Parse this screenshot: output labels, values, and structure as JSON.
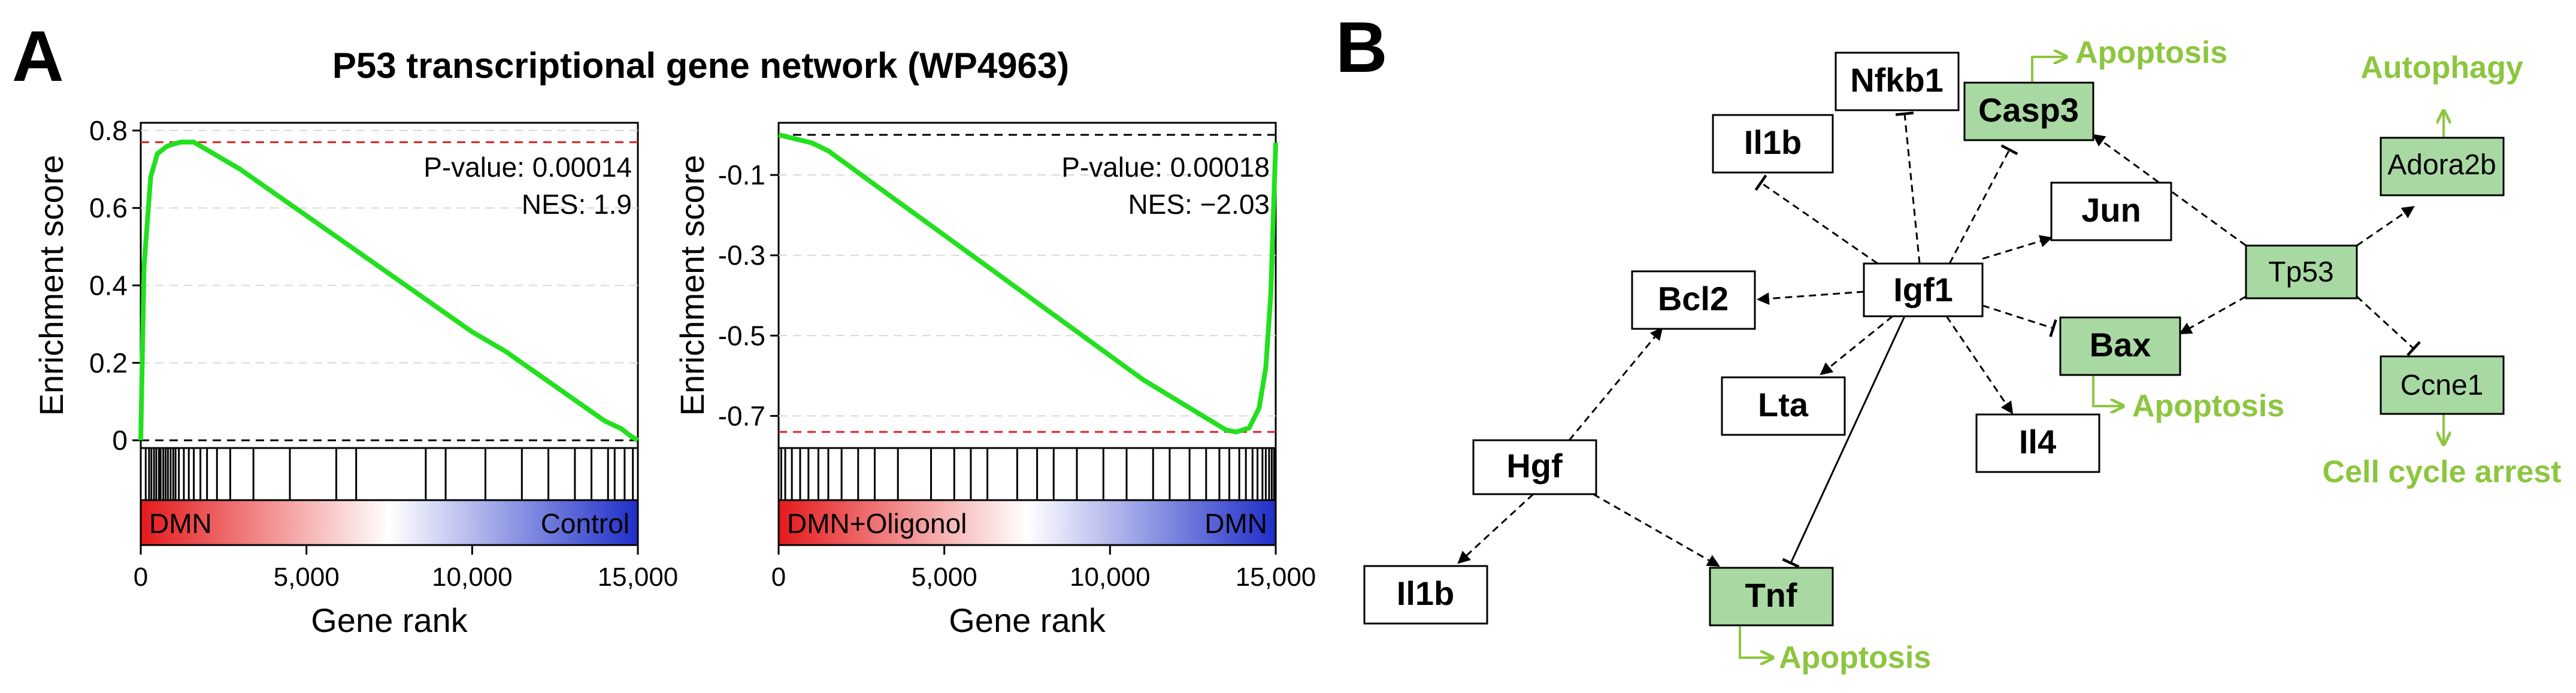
{
  "panels": {
    "a_label": "A",
    "b_label": "B",
    "gsea_title": "P53 transcriptional gene network (WP4963)"
  },
  "colors": {
    "curve": "#22e01e",
    "node_green": "#a9d9a3",
    "outcome": "#8cc63f",
    "threshold": "#e0201e",
    "bar_red": "#e41a1c",
    "bar_blue": "#1f2fc8"
  },
  "chart_data": [
    {
      "type": "line",
      "title": "",
      "xlabel": "Gene rank",
      "ylabel": "Enrichment score",
      "xlim": [
        0,
        15000
      ],
      "ylim": [
        -0.02,
        0.82
      ],
      "x_ticks": [
        "0",
        "5,000",
        "10,000",
        "15,000"
      ],
      "x_tick_values": [
        0,
        5000,
        10000,
        15000
      ],
      "y_ticks": [
        "0",
        "0.2",
        "0.4",
        "0.6",
        "0.8"
      ],
      "y_tick_values": [
        0,
        0.2,
        0.4,
        0.6,
        0.8
      ],
      "annotations": [
        "P-value: 0.00014",
        "NES: 1.9"
      ],
      "peak": 0.77,
      "grid": true,
      "series": [
        {
          "x": [
            0,
            100,
            300,
            500,
            800,
            1200,
            1600,
            2000,
            3000,
            4000,
            5000,
            6000,
            7000,
            8000,
            9000,
            10000,
            11000,
            12000,
            13000,
            14000,
            14500,
            14800,
            15000
          ],
          "y": [
            0,
            0.45,
            0.68,
            0.74,
            0.76,
            0.77,
            0.77,
            0.75,
            0.7,
            0.64,
            0.58,
            0.52,
            0.46,
            0.4,
            0.34,
            0.28,
            0.23,
            0.17,
            0.11,
            0.05,
            0.03,
            0.01,
            0.0
          ]
        }
      ],
      "hit_ranks": [
        150,
        250,
        320,
        400,
        470,
        550,
        600,
        680,
        750,
        820,
        900,
        980,
        1050,
        1150,
        1300,
        1450,
        1600,
        1800,
        2000,
        2300,
        2700,
        3400,
        4500,
        5900,
        6500,
        8600,
        9200,
        10400,
        11500,
        12300,
        13100,
        13600,
        14100,
        14300,
        14600,
        14850
      ],
      "phenotypes": [
        "DMN",
        "Control"
      ]
    },
    {
      "type": "line",
      "title": "",
      "xlabel": "Gene rank",
      "ylabel": "Enrichment score",
      "xlim": [
        0,
        15000
      ],
      "ylim": [
        -0.78,
        0.03
      ],
      "x_ticks": [
        "0",
        "5,000",
        "10,000",
        "15,000"
      ],
      "x_tick_values": [
        0,
        5000,
        10000,
        15000
      ],
      "y_ticks": [
        "-0.1",
        "-0.3",
        "-0.5",
        "-0.7"
      ],
      "y_tick_values": [
        -0.1,
        -0.3,
        -0.5,
        -0.7
      ],
      "annotations": [
        "P-value: 0.00018",
        "NES: −2.03"
      ],
      "trough": -0.74,
      "grid": true,
      "series": [
        {
          "x": [
            0,
            500,
            1000,
            1500,
            2000,
            3000,
            4000,
            5000,
            6000,
            7000,
            8000,
            9000,
            10000,
            11000,
            12000,
            13000,
            13500,
            13800,
            14200,
            14500,
            14700,
            14850,
            15000
          ],
          "y": [
            0,
            -0.01,
            -0.02,
            -0.04,
            -0.07,
            -0.13,
            -0.19,
            -0.25,
            -0.31,
            -0.37,
            -0.43,
            -0.49,
            -0.55,
            -0.61,
            -0.66,
            -0.71,
            -0.735,
            -0.74,
            -0.73,
            -0.68,
            -0.58,
            -0.4,
            -0.02
          ]
        }
      ],
      "hit_ranks": [
        80,
        200,
        400,
        650,
        900,
        1200,
        1500,
        1900,
        2400,
        2900,
        3600,
        4600,
        5300,
        5800,
        6300,
        7200,
        7800,
        8300,
        9000,
        9800,
        10500,
        11300,
        11800,
        12400,
        12900,
        13300,
        13600,
        13900,
        14100,
        14300,
        14450,
        14600,
        14700,
        14800,
        14880,
        14950
      ],
      "phenotypes": [
        "DMN+Oligonol",
        "DMN"
      ]
    }
  ],
  "network": {
    "nodes": {
      "nfkb1": "Nfkb1",
      "casp3": "Casp3",
      "il1b_top": "Il1b",
      "jun": "Jun",
      "bcl2": "Bcl2",
      "igf1": "Igf1",
      "bax": "Bax",
      "lta": "Lta",
      "il4": "Il4",
      "hgf": "Hgf",
      "il1b_bottom": "Il1b",
      "tnf": "Tnf",
      "tp53": "Tp53",
      "adora2b": "Adora2b",
      "ccne1": "Ccne1"
    },
    "outcomes": {
      "casp3": "Apoptosis",
      "bax": "Apoptosis",
      "tnf": "Apoptosis",
      "adora2b": "Autophagy",
      "ccne1": "Cell cycle arrest"
    }
  }
}
